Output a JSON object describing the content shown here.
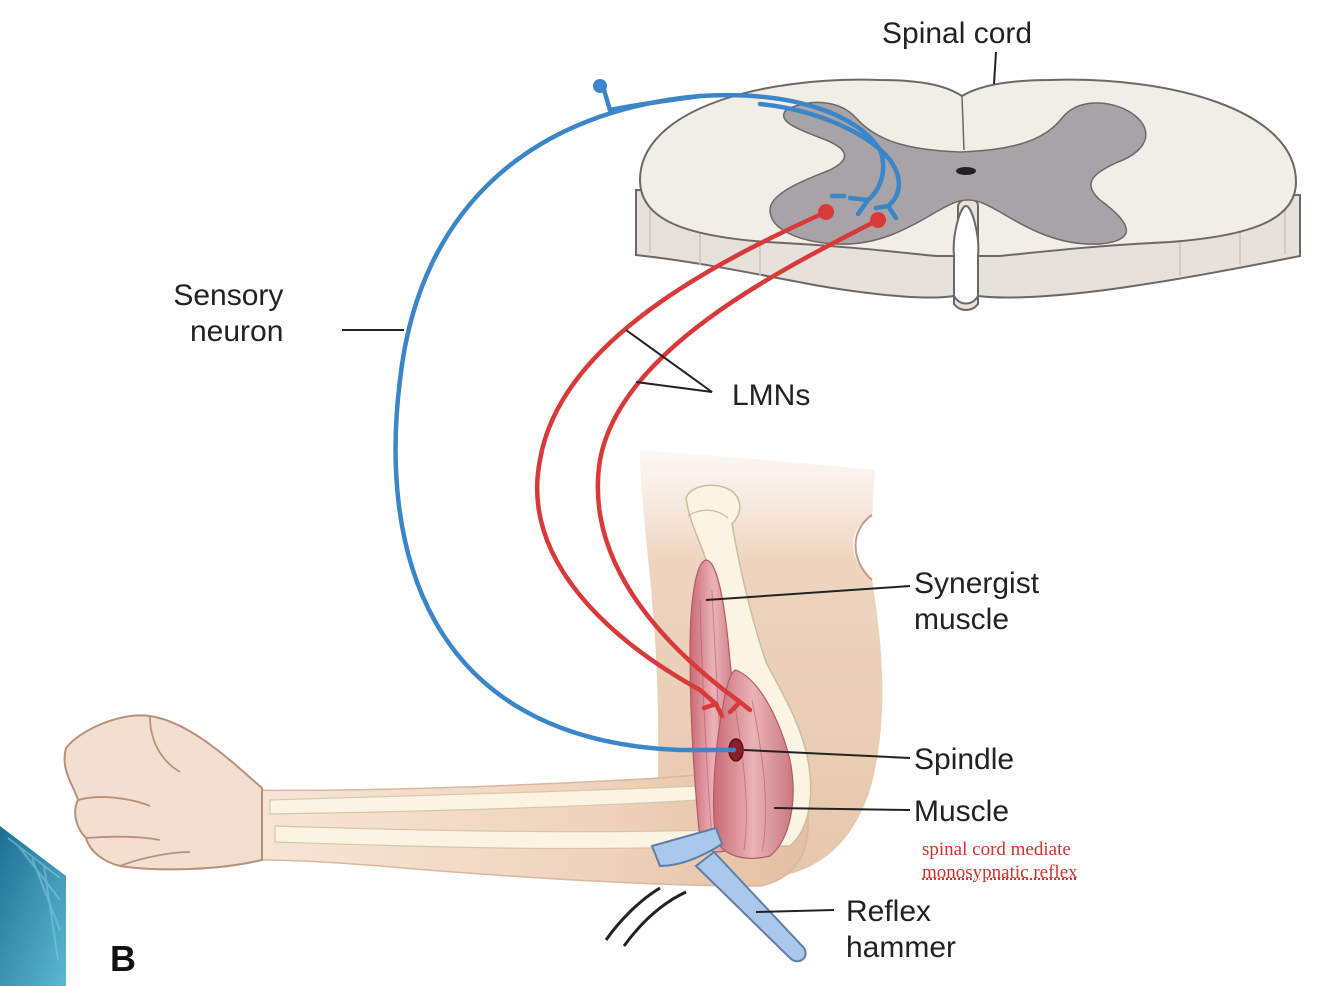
{
  "labels": {
    "spinal_cord": "Spinal cord",
    "sensory_neuron_line1": "Sensory",
    "sensory_neuron_line2": "neuron",
    "lmns": "LMNs",
    "synergist_line1": "Synergist",
    "synergist_line2": "muscle",
    "spindle": "Spindle",
    "muscle": "Muscle",
    "reflex_line1": "Reflex",
    "reflex_line2": "hammer",
    "panel_letter": "B"
  },
  "annotation": {
    "line1": "spinal cord mediate",
    "line2": "monosypnatic reflex"
  },
  "colors": {
    "sensory_neuron": "#3a86c8",
    "motor_neuron": "#d83a3a",
    "annotation_text": "#d0342c",
    "grey_matter": "#a6a1a4",
    "white_matter": "#efebe6",
    "skin": "#f1d8c2",
    "bone": "#fbf4e2",
    "muscle": "#e4a9ae",
    "hammer": "#a9c8ea",
    "slide_decoration": "#2f8fb0"
  }
}
